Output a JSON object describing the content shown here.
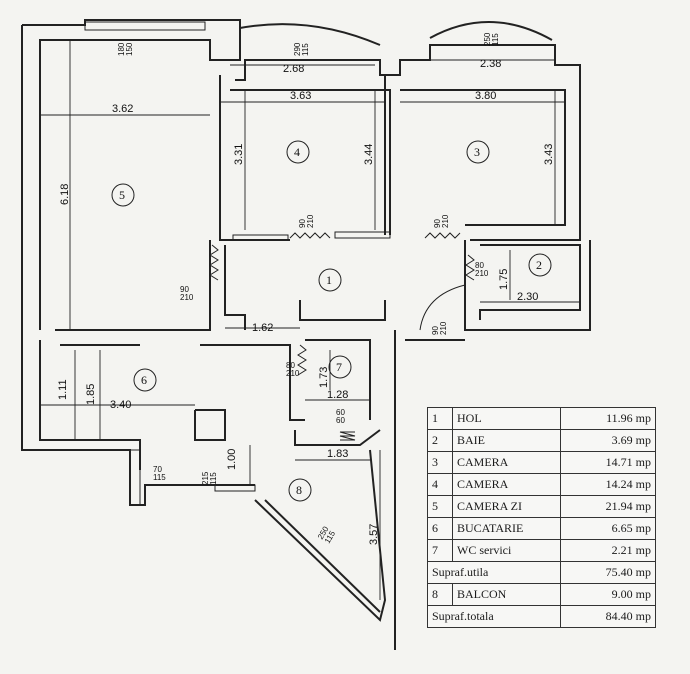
{
  "rooms": [
    {
      "no": "1",
      "name": "HOL",
      "area": "11.96 mp"
    },
    {
      "no": "2",
      "name": "BAIE",
      "area": "3.69 mp"
    },
    {
      "no": "3",
      "name": "CAMERA",
      "area": "14.71 mp"
    },
    {
      "no": "4",
      "name": "CAMERA",
      "area": "14.24 mp"
    },
    {
      "no": "5",
      "name": "CAMERA ZI",
      "area": "21.94 mp"
    },
    {
      "no": "6",
      "name": "BUCATARIE",
      "area": "6.65 mp"
    },
    {
      "no": "7",
      "name": "WC servici",
      "area": "2.21 mp"
    }
  ],
  "supraf_utila": {
    "label": "Supraf.utila",
    "area": "75.40 mp"
  },
  "balcon": {
    "no": "8",
    "name": "BALCON",
    "area": "9.00 mp"
  },
  "supraf_totala": {
    "label": "Supraf.totala",
    "area": "84.40 mp"
  },
  "dimensions": {
    "room5_width": "3.62",
    "room5_height": "6.18",
    "room4_top": "2.68",
    "room4_width": "3.63",
    "room4_h_left": "3.31",
    "room4_h_right": "3.44",
    "room3_top": "2.38",
    "room3_width": "3.80",
    "room3_height": "3.43",
    "room2_height": "1.75",
    "room2_width": "2.30",
    "hall_width": "1.62",
    "room6_h1": "1.11",
    "room6_h2": "1.85",
    "room6_width": "3.40",
    "room7_height": "1.73",
    "room7_width": "1.28",
    "balcony_width": "1.83",
    "balcony_height": "3.57",
    "balcony_depth": "1.00"
  },
  "openings": {
    "w5": "180\n150",
    "w4": "290\n115",
    "w3": "250\n115",
    "d5": "90\n210",
    "d4": "90\n210",
    "d3": "90\n210",
    "d2": "80\n210",
    "d_entry": "90\n210",
    "d7": "80\n210",
    "w7": "60\n60",
    "w6": "70\n115",
    "d8": "215\n115",
    "w8": "250\n115"
  },
  "room_labels": [
    "1",
    "2",
    "3",
    "4",
    "5",
    "6",
    "7",
    "8"
  ]
}
